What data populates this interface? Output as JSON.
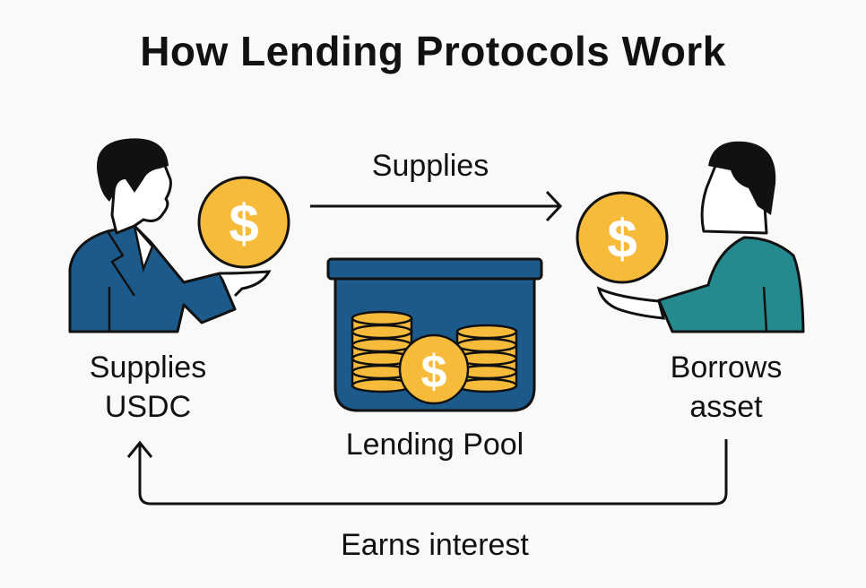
{
  "title": "How Lending Protocols Work",
  "colors": {
    "background": "#fbf9f7",
    "coin": "#f7bb3c",
    "lender_suit": "#1d5a8c",
    "borrower_shirt": "#248a8f",
    "pool": "#1d5a8c",
    "outline": "#111111"
  },
  "flow": {
    "top_arrow_label": "Supplies",
    "bottom_arrow_label": "Earns interest"
  },
  "lender": {
    "label_line1": "Supplies",
    "label_line2": "USDC",
    "icon": "person-with-coin"
  },
  "borrower": {
    "label_line1": "Borrows",
    "label_line2": "asset",
    "icon": "person-with-coin"
  },
  "pool": {
    "label": "Lending Pool",
    "icon": "coin-box"
  },
  "coin_symbol": "$"
}
